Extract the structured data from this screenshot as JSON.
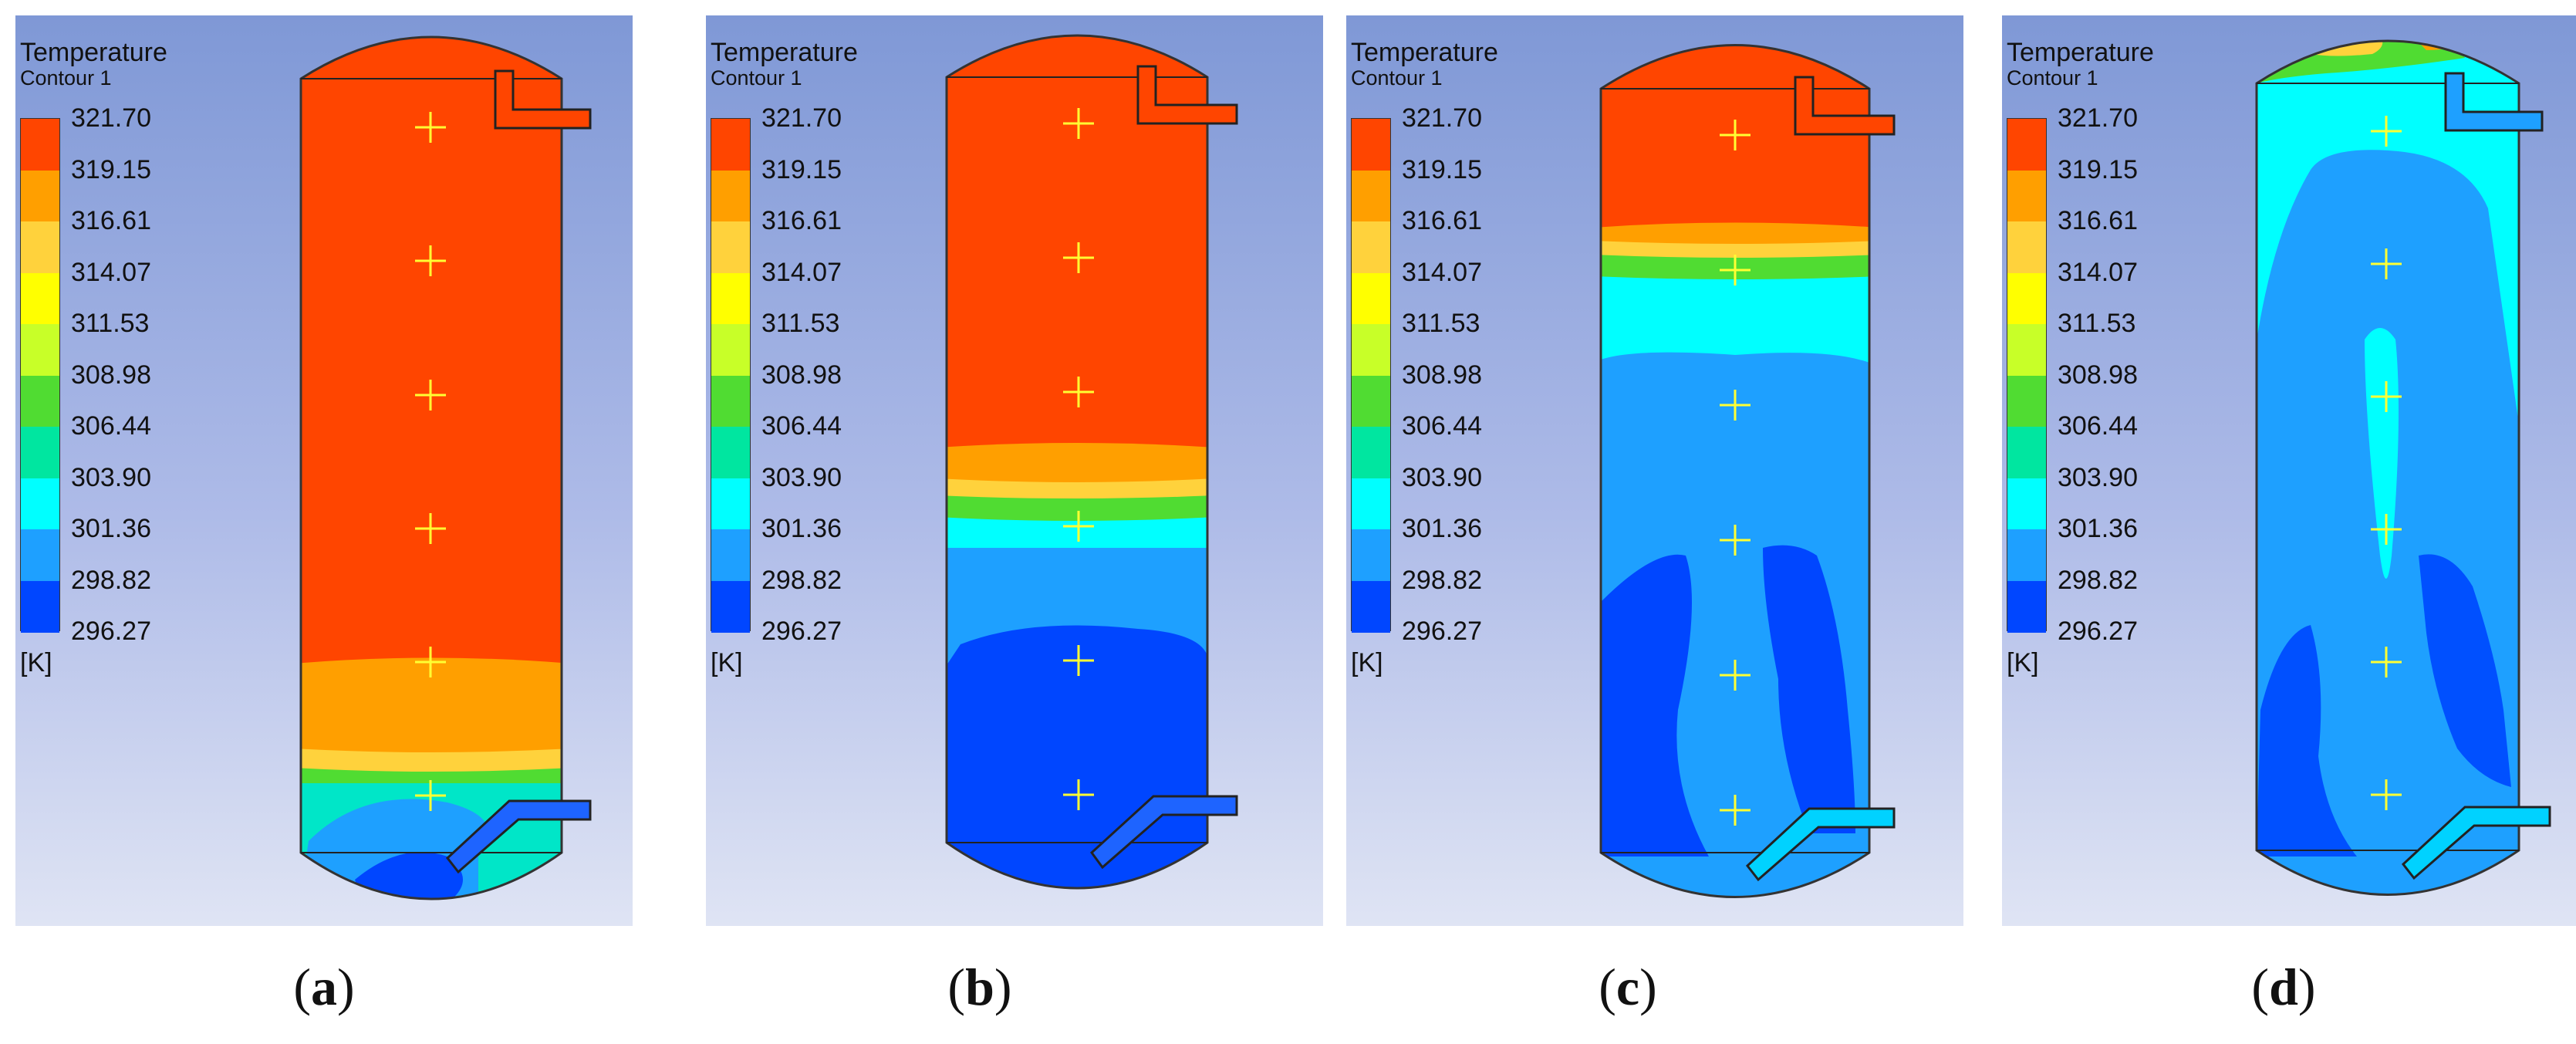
{
  "legend": {
    "title": "Temperature",
    "subtitle": "Contour 1",
    "ticks": [
      "321.70",
      "319.15",
      "316.61",
      "314.07",
      "311.53",
      "308.98",
      "306.44",
      "303.90",
      "301.36",
      "298.82",
      "296.27"
    ],
    "unit": "[K]",
    "colors": [
      "#ff4500",
      "#ff9f00",
      "#ffd23c",
      "#ffff00",
      "#c8ff28",
      "#50dc32",
      "#00e6a0",
      "#00ffff",
      "#1ea0ff",
      "#0046ff"
    ]
  },
  "panels": [
    {
      "label": "a",
      "color_levels": {
        "top": "#ff4500",
        "middle": "#ff4500",
        "bottom": "#ff9f00",
        "base": "#1e64ff"
      }
    },
    {
      "label": "b",
      "color_levels": {
        "top": "#ff4500",
        "middle": "#1ea0ff",
        "bottom": "#0046ff",
        "base": "#0046ff"
      }
    },
    {
      "label": "c",
      "color_levels": {
        "top": "#ff4500",
        "middle": "#1ea0ff",
        "bottom": "#0046ff",
        "base": "#0046ff"
      }
    },
    {
      "label": "d",
      "color_levels": {
        "top": "#00ffff",
        "middle": "#1ea0ff",
        "bottom": "#0050ff",
        "base": "#1ea0ff"
      }
    }
  ]
}
